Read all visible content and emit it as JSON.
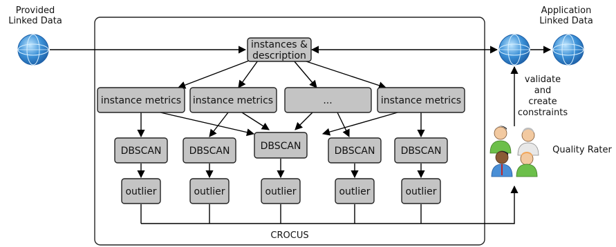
{
  "labels": {
    "provided": [
      "Provided",
      "Linked Data"
    ],
    "application": [
      "Application",
      "Linked Data"
    ],
    "validate": [
      "validate",
      "and",
      "create",
      "constraints"
    ],
    "rater": "Quality Rater",
    "system": "CROCUS"
  },
  "nodes": {
    "instances": [
      "instances &",
      "description"
    ],
    "metrics_1": "instance metrics",
    "metrics_2": "instance metrics",
    "ellipsis": "...",
    "metrics_4": "instance metrics",
    "dbscan_1": "DBSCAN",
    "dbscan_2": "DBSCAN",
    "dbscan_center": "DBSCAN",
    "dbscan_4": "DBSCAN",
    "dbscan_5": "DBSCAN",
    "outlier_1": "outlier",
    "outlier_2": "outlier",
    "outlier_3": "outlier",
    "outlier_4": "outlier",
    "outlier_5": "outlier"
  },
  "icons": {
    "globe": "globe-icon",
    "rater": "users-icon"
  },
  "colors": {
    "box_fill": "#c4c4c4",
    "globe": "#3a8fd6",
    "user_green": "#6cbf4a",
    "user_blue": "#4a8fd6",
    "user_gray": "#bdbdbd",
    "user_orange": "#f2a65a"
  }
}
